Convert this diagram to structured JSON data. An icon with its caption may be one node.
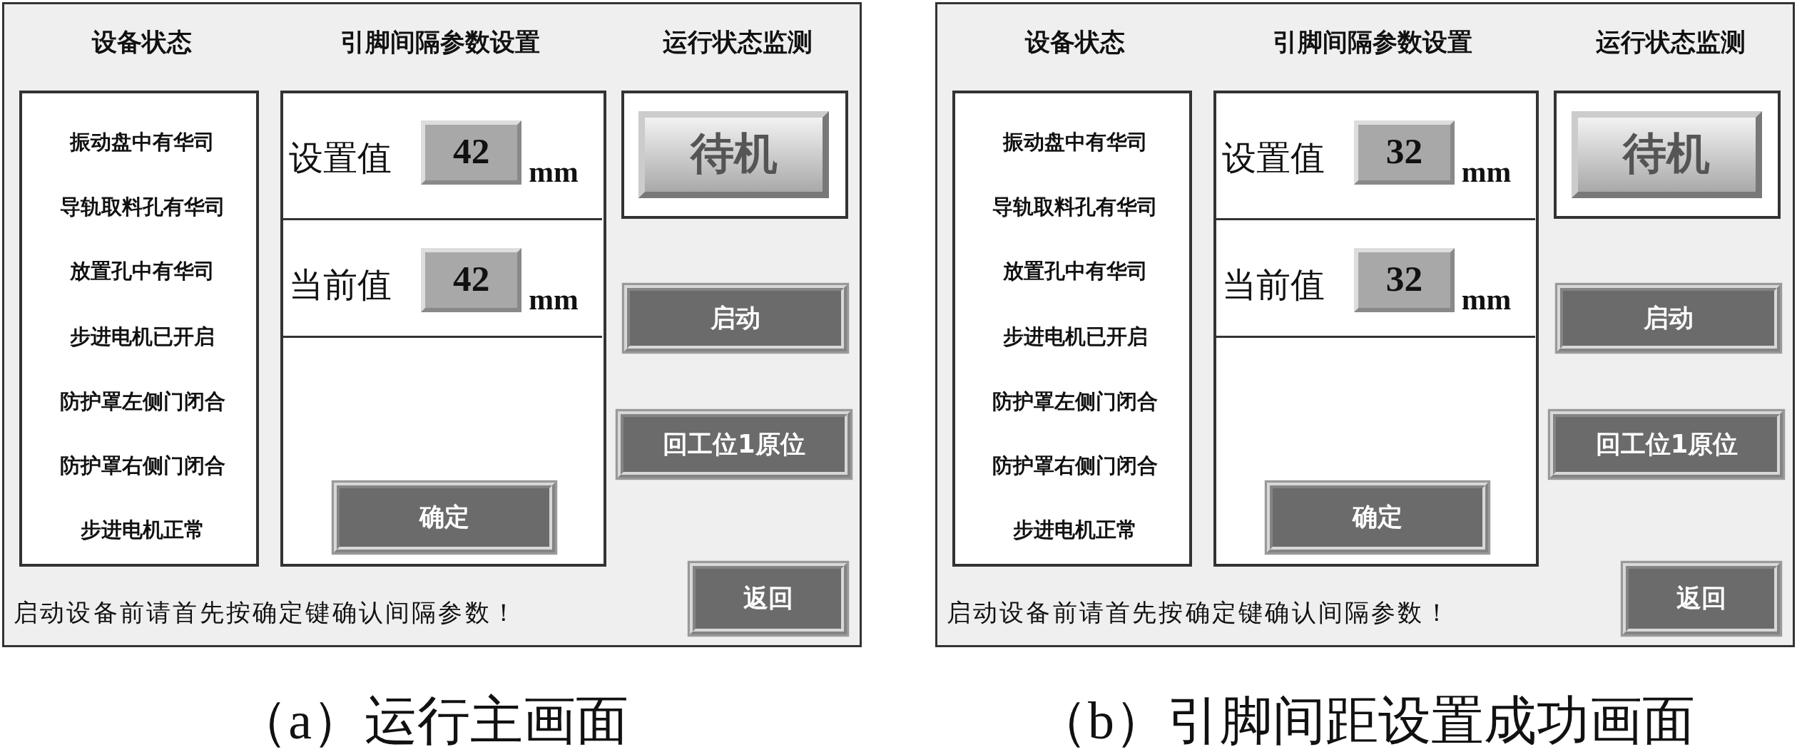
{
  "diagram": {
    "nodes": [
      {
        "text": [
          "设备状态",
          "引脚间隔参数设置",
          "运行状态监测",
          "启动设备前请首先按确定键确认间隔参数！"
        ],
        "beside": [
          "（a）运行主画面"
        ]
      },
      {
        "text": [
          "振动盘中有华司",
          "导轨取料孔有华司",
          "放置孔中有华司",
          "步进电机已开启",
          "防护罩左侧门闭合",
          "防护罩右侧门闭合",
          "步进电机正常"
        ],
        "in": 0
      },
      {
        "text": [],
        "shape": "box",
        "in": 0
      },
      {
        "text": [
          "设置值",
          "42",
          "mm"
        ],
        "in": 2
      },
      {
        "text": [
          "当前值",
          "42",
          "mm"
        ],
        "in": 2
      },
      {
        "text": [
          "确定"
        ],
        "in": 2
      },
      {
        "text": [
          "待机"
        ],
        "in": 0
      },
      {
        "text": [
          "启动"
        ],
        "in": 0
      },
      {
        "text": [
          "回工位1原位"
        ],
        "in": 0
      },
      {
        "text": [
          "返回"
        ],
        "in": 0
      },
      {
        "text": [
          "设备状态",
          "引脚间隔参数设置",
          "运行状态监测",
          "启动设备前请首先按确定键确认间隔参数！"
        ],
        "beside": [
          "（b）引脚间距设置成功画面"
        ]
      },
      {
        "text": [
          "振动盘中有华司",
          "导轨取料孔有华司",
          "放置孔中有华司",
          "步进电机已开启",
          "防护罩左侧门闭合",
          "防护罩右侧门闭合",
          "步进电机正常"
        ],
        "in": 10
      },
      {
        "text": [],
        "shape": "box",
        "in": 10
      },
      {
        "text": [
          "设置值",
          "32",
          "mm"
        ],
        "in": 12
      },
      {
        "text": [
          "当前值",
          "32",
          "mm"
        ],
        "in": 12
      },
      {
        "text": [
          "确定"
        ],
        "in": 12
      },
      {
        "text": [
          "待机"
        ],
        "in": 10
      },
      {
        "text": [
          "启动"
        ],
        "in": 10
      },
      {
        "text": [
          "回工位1原位"
        ],
        "in": 10
      },
      {
        "text": [
          "返回"
        ],
        "in": 10
      }
    ]
  }
}
